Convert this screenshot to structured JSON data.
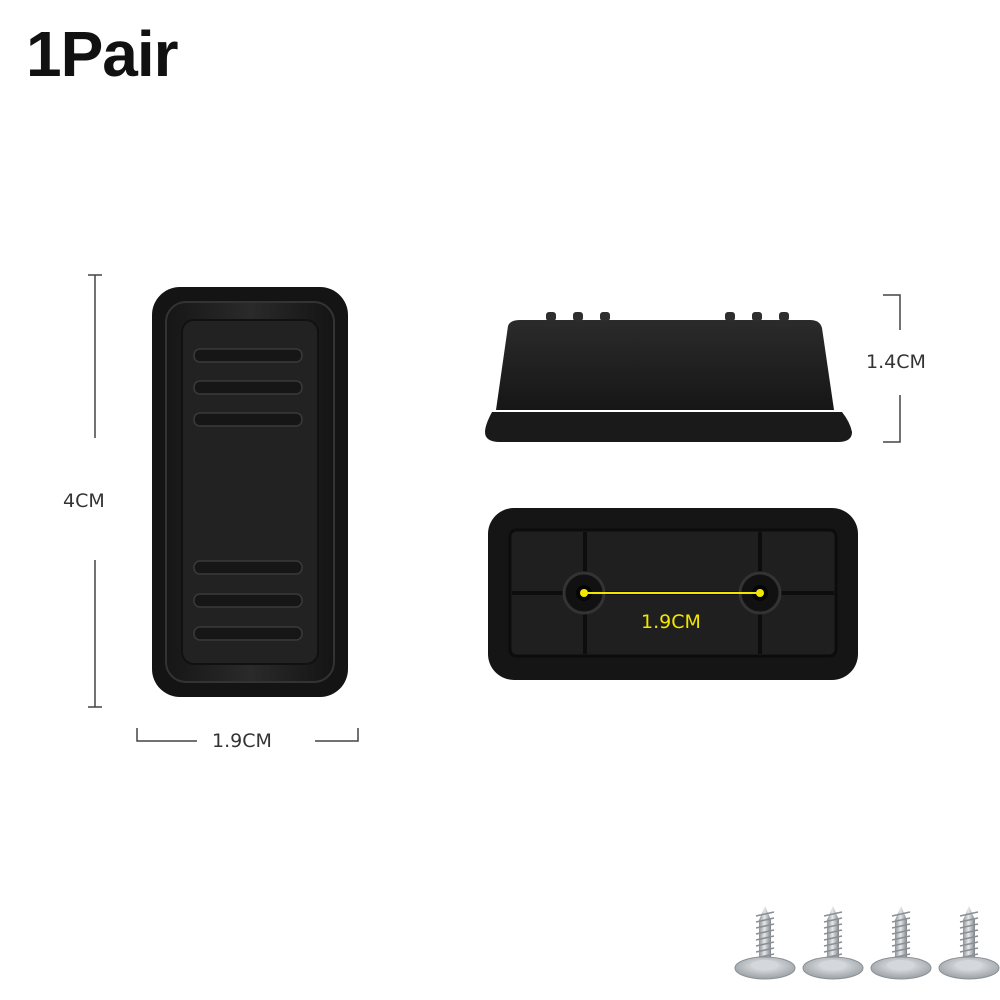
{
  "title": "1Pair",
  "dimensions": {
    "height": "4CM",
    "width": "1.9CM",
    "thickness": "1.4CM",
    "hole_spacing": "1.9CM"
  },
  "colors": {
    "product": "#1c1c1c",
    "annotation": "#f2e600",
    "screw": "#b9bdc1"
  },
  "screws": {
    "count": 4
  }
}
